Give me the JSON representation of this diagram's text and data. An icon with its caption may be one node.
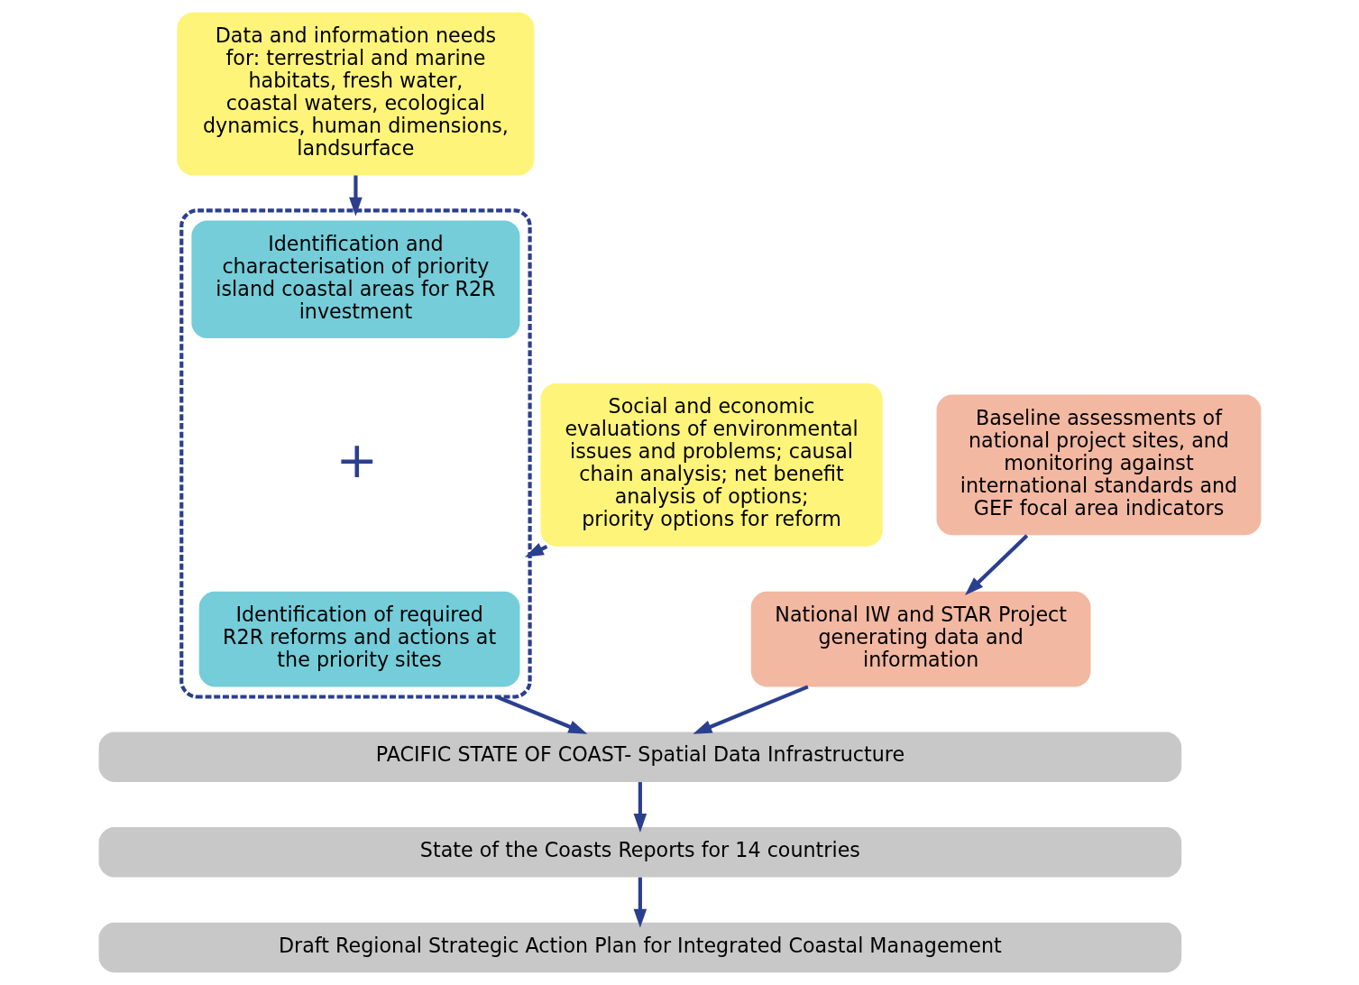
{
  "diagram": {
    "nodes": [
      {
        "text": [
          "Data and information needs for: terrestrial and marine habitats, fresh water, coastal waters, ecological dynamics, human dimensions, landsurface"
        ]
      },
      {
        "text": [
          "Social and economic evaluations of environmental issues and problems; causal chain analysis; net benefit analysis of options; priority options for reform"
        ]
      },
      {
        "text": [],
        "shape": "box"
      },
      {
        "text": [
          "Identification and characterisation of priority island coastal areas for R2R investment"
        ],
        "in": 2
      },
      {
        "text": [
          "Identification of required R2R reforms and actions at the priority sites"
        ],
        "in": 2
      },
      {
        "text": [
          "Baseline assessments of national project sites, and monitoring against international standards and GEF focal area indicators"
        ]
      },
      {
        "text": [
          "National IW and STAR Project generating data and information"
        ]
      },
      {
        "text": [
          "PACIFIC STATE OF COAST- Spatial Data Infrastructure"
        ]
      },
      {
        "text": [
          "State of the Coasts Reports for 14 countries"
        ]
      },
      {
        "text": [
          "Draft Regional Strategic Action Plan for Integrated Coastal Management"
        ]
      }
    ],
    "edges": [
      {
        "from": 0,
        "to": 2,
        "arrow": "to"
      },
      {
        "from": 1,
        "to": 2,
        "arrow": "to"
      },
      {
        "from": 2,
        "to": 7,
        "arrow": "to"
      },
      {
        "from": 5,
        "to": 6,
        "arrow": "to"
      },
      {
        "from": 6,
        "to": 7,
        "arrow": "to"
      },
      {
        "from": 7,
        "to": 8,
        "arrow": "to"
      },
      {
        "from": 8,
        "to": 9,
        "arrow": "to"
      }
    ],
    "labels": [
      "+"
    ]
  }
}
